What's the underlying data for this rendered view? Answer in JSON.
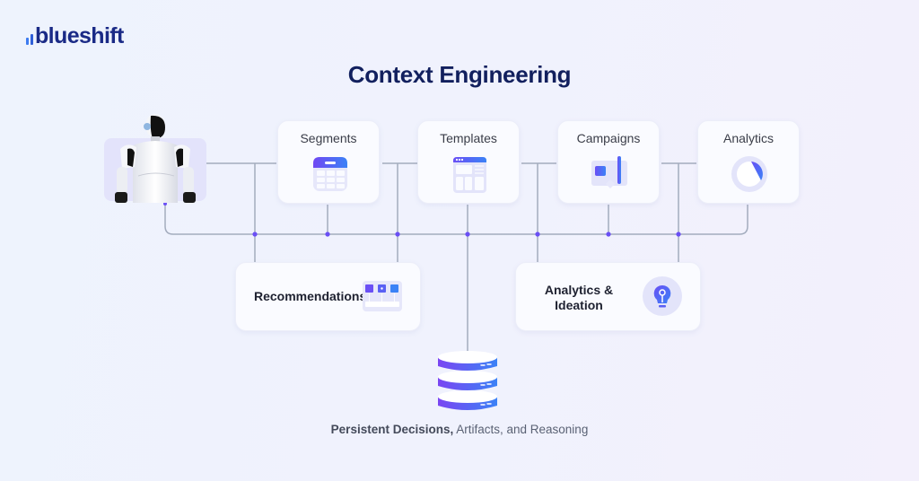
{
  "brand": {
    "logo_text": "blueshift"
  },
  "title": "Context Engineering",
  "agent": {
    "name": "AI agent (robot)"
  },
  "top_nodes": [
    {
      "label": "Segments",
      "icon": "table-icon"
    },
    {
      "label": "Templates",
      "icon": "layout-template-icon"
    },
    {
      "label": "Campaigns",
      "icon": "megaphone-icon"
    },
    {
      "label": "Analytics",
      "icon": "pie-chart-icon"
    }
  ],
  "bottom_nodes": [
    {
      "label": "Recommendations",
      "icon": "product-grid-icon"
    },
    {
      "label_line1": "Analytics &",
      "label_line2": "Ideation",
      "icon": "lightbulb-icon"
    }
  ],
  "store": {
    "icon": "database-icon",
    "caption_bold": "Persistent Decisions,",
    "caption_rest": " Artifacts, and Reasoning"
  },
  "colors": {
    "brand_navy": "#12205e",
    "accent_purple": "#6a4ff5",
    "accent_blue": "#3b82f6",
    "connector": "#a3acbd",
    "junction_dot": "#6a4ff5"
  }
}
